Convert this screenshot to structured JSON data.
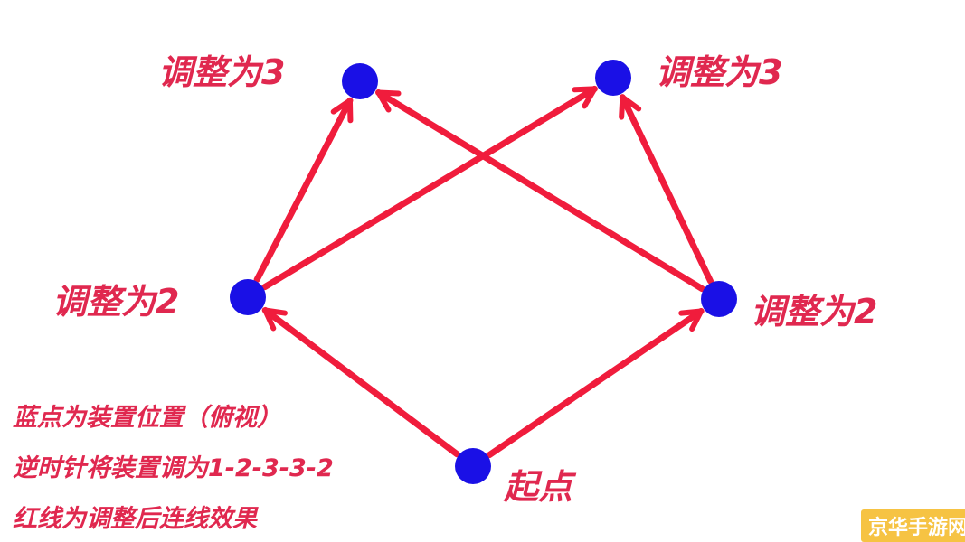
{
  "colors": {
    "node": "#1a10e6",
    "line": "#f01c3c",
    "label": "#e0284f",
    "watermark_bg": "#f6c343"
  },
  "nodes": [
    {
      "id": "start",
      "label": "起点"
    },
    {
      "id": "left-mid",
      "label": "调整为2"
    },
    {
      "id": "right-mid",
      "label": "调整为2"
    },
    {
      "id": "left-top",
      "label": "调整为3"
    },
    {
      "id": "right-top",
      "label": "调整为3"
    }
  ],
  "edges": [
    {
      "from": "start",
      "to": "left-mid"
    },
    {
      "from": "start",
      "to": "right-mid"
    },
    {
      "from": "left-mid",
      "to": "left-top"
    },
    {
      "from": "left-mid",
      "to": "right-top"
    },
    {
      "from": "right-mid",
      "to": "left-top"
    },
    {
      "from": "right-mid",
      "to": "right-top"
    }
  ],
  "notes": [
    "蓝点为装置位置（俯视）",
    "逆时针将装置调为1-2-3-3-2",
    "红线为调整后连线效果"
  ],
  "watermark": "京华手游网"
}
